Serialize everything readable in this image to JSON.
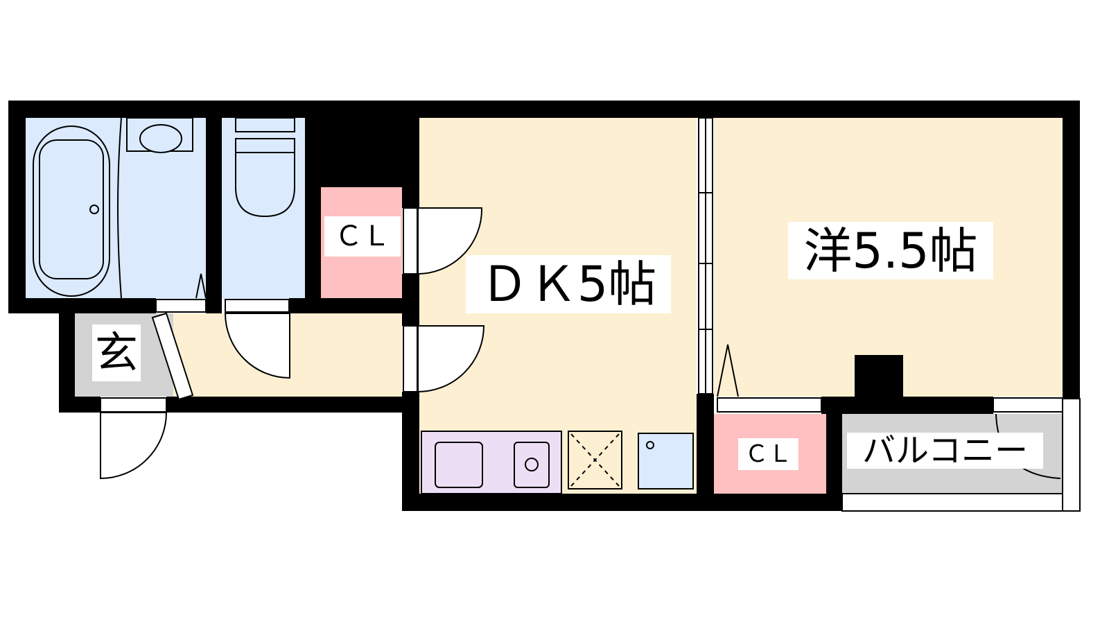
{
  "floorplan": {
    "rooms": {
      "dk": {
        "label": "ＤＫ5帖"
      },
      "western": {
        "label": "洋5.5帖"
      },
      "closet_dk": {
        "label": "ＣＬ"
      },
      "closet_western": {
        "label": "ＣＬ"
      },
      "entrance": {
        "label": "玄"
      },
      "balcony": {
        "label": "バルコニー"
      }
    },
    "colors": {
      "wet_area": "#dbeafd",
      "closet": "#fec0c0",
      "floor": "#fdf0d2",
      "entrance": "#d3d3d3",
      "kitchen": "#ecdff5",
      "wall": "#000000"
    }
  }
}
